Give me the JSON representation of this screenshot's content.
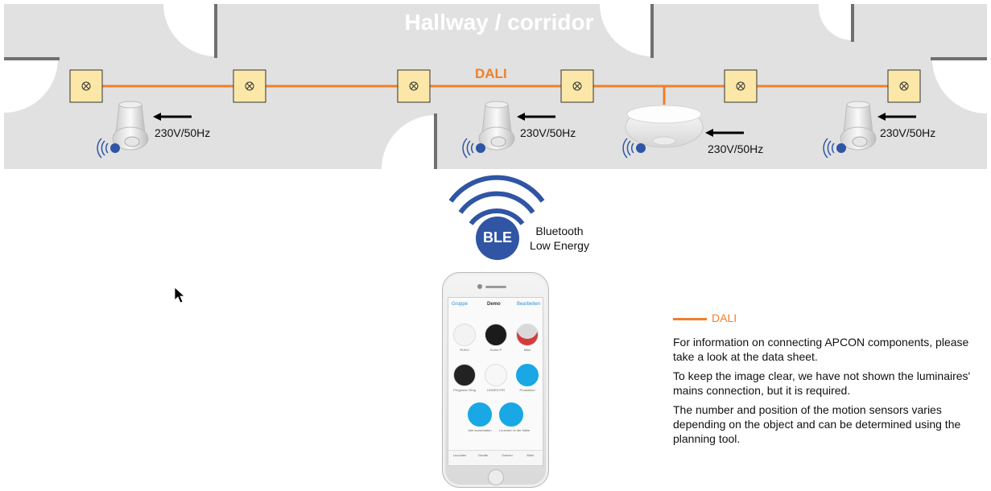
{
  "diagram": {
    "title": "Hallway / corridor",
    "bus_label": "DALI",
    "mains_labels": [
      "230V/50Hz",
      "230V/50Hz",
      "230V/50Hz",
      "230V/50Hz"
    ],
    "ble_badge": "BLE",
    "ble_caption_line1": "Bluetooth",
    "ble_caption_line2": "Low Energy"
  },
  "phone_app": {
    "header_left": "Gruppe",
    "header_title": "Demo",
    "header_right": "Bearbeiten",
    "tiles": [
      "RUKU",
      "Dome-P",
      "Mike",
      "Pergamon Ring",
      "LINSES-PIR",
      "Produktion"
    ],
    "actions": [
      "Alle ausschalten",
      "Leuchten in der Nähe"
    ],
    "tabs": [
      "Leuchten",
      "Geräte",
      "Szenen",
      "Mehr"
    ]
  },
  "legend": {
    "label": "DALI"
  },
  "info": {
    "paragraphs": [
      "For information on connecting APCON components, please take a look at the data sheet.",
      "To keep the image clear, we have not shown the luminaires' mains connection, but it is required.",
      "The number and position of the motion sensors varies depending on the object and can be determined using the planning tool."
    ]
  },
  "colors": {
    "floor": "#e1e1e1",
    "wall": "#ffffff",
    "door_frame": "#707070",
    "dali": "#f07f2a",
    "luminaire_fill": "#fbe7a8",
    "ble_blue": "#2f55a4",
    "text": "#111111"
  }
}
